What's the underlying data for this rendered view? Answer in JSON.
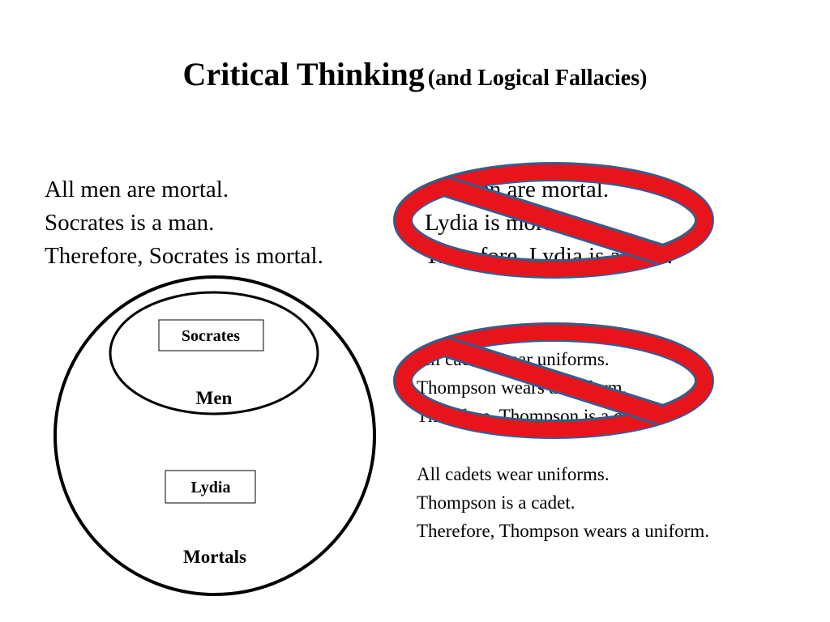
{
  "title": {
    "main": "Critical Thinking",
    "sub": "(and Logical Fallacies)"
  },
  "valid_syllogism_1": [
    "All men are mortal.",
    "Socrates is a man.",
    "Therefore, Socrates is mortal."
  ],
  "invalid_syllogism_1": [
    "All men are mortal.",
    "Lydia is mortal.",
    "Therefore, Lydia is a man."
  ],
  "invalid_syllogism_2": [
    "All cadets wear uniforms.",
    "Thompson wears a uniform.",
    "Therefore, Thompson is a cadet."
  ],
  "valid_syllogism_2": [
    "All cadets wear uniforms.",
    "Thompson is a cadet.",
    "Therefore, Thompson wears a uniform."
  ],
  "venn": {
    "inner_set_label": "Men",
    "outer_set_label": "Mortals",
    "inner_member": "Socrates",
    "outer_member": "Lydia"
  },
  "colors": {
    "prohibition_fill": "#e8141c",
    "prohibition_outline": "#3b5a8c"
  },
  "icons": [
    "prohibition-sign-icon",
    "prohibition-sign-icon"
  ]
}
